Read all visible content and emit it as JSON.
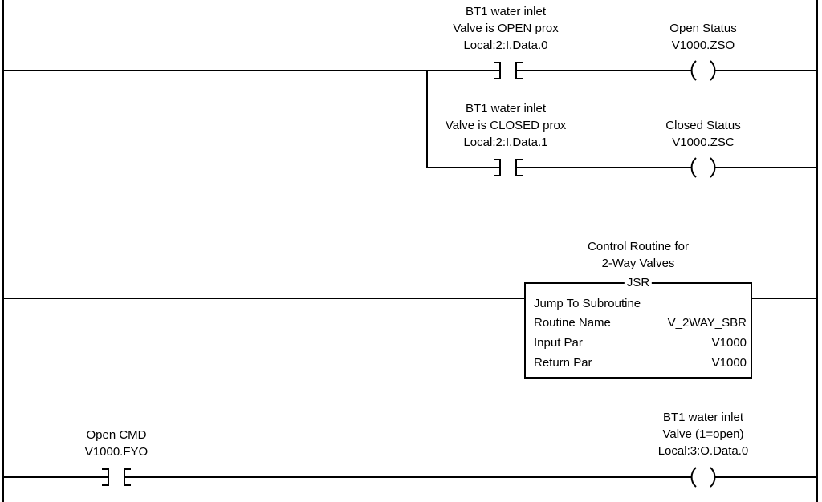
{
  "colors": {
    "background": "#ffffff",
    "wire": "#000000",
    "text": "#000000"
  },
  "rung1": {
    "open_prox_contact": {
      "desc1": "BT1 water inlet",
      "desc2": "Valve is OPEN prox",
      "tag": "Local:2:I.Data.0"
    },
    "open_status_coil": {
      "desc": "Open Status",
      "tag": "V1000.ZSO"
    }
  },
  "branch": {
    "closed_prox_contact": {
      "desc1": "BT1 water inlet",
      "desc2": "Valve is CLOSED prox",
      "tag": "Local:2:I.Data.1"
    },
    "closed_status_coil": {
      "desc": "Closed Status",
      "tag": "V1000.ZSC"
    }
  },
  "rung2": {
    "jsr": {
      "desc1": "Control Routine for",
      "desc2": "2-Way Valves",
      "mnemonic": "JSR",
      "title": "Jump To Subroutine",
      "params": [
        {
          "label": "Routine Name",
          "value": "V_2WAY_SBR"
        },
        {
          "label": "Input Par",
          "value": "V1000"
        },
        {
          "label": "Return Par",
          "value": "V1000"
        }
      ]
    }
  },
  "rung3": {
    "open_cmd_contact": {
      "desc": "Open CMD",
      "tag": "V1000.FYO"
    },
    "valve_output_coil": {
      "desc1": "BT1 water inlet",
      "desc2": "Valve (1=open)",
      "tag": "Local:3:O.Data.0"
    }
  }
}
